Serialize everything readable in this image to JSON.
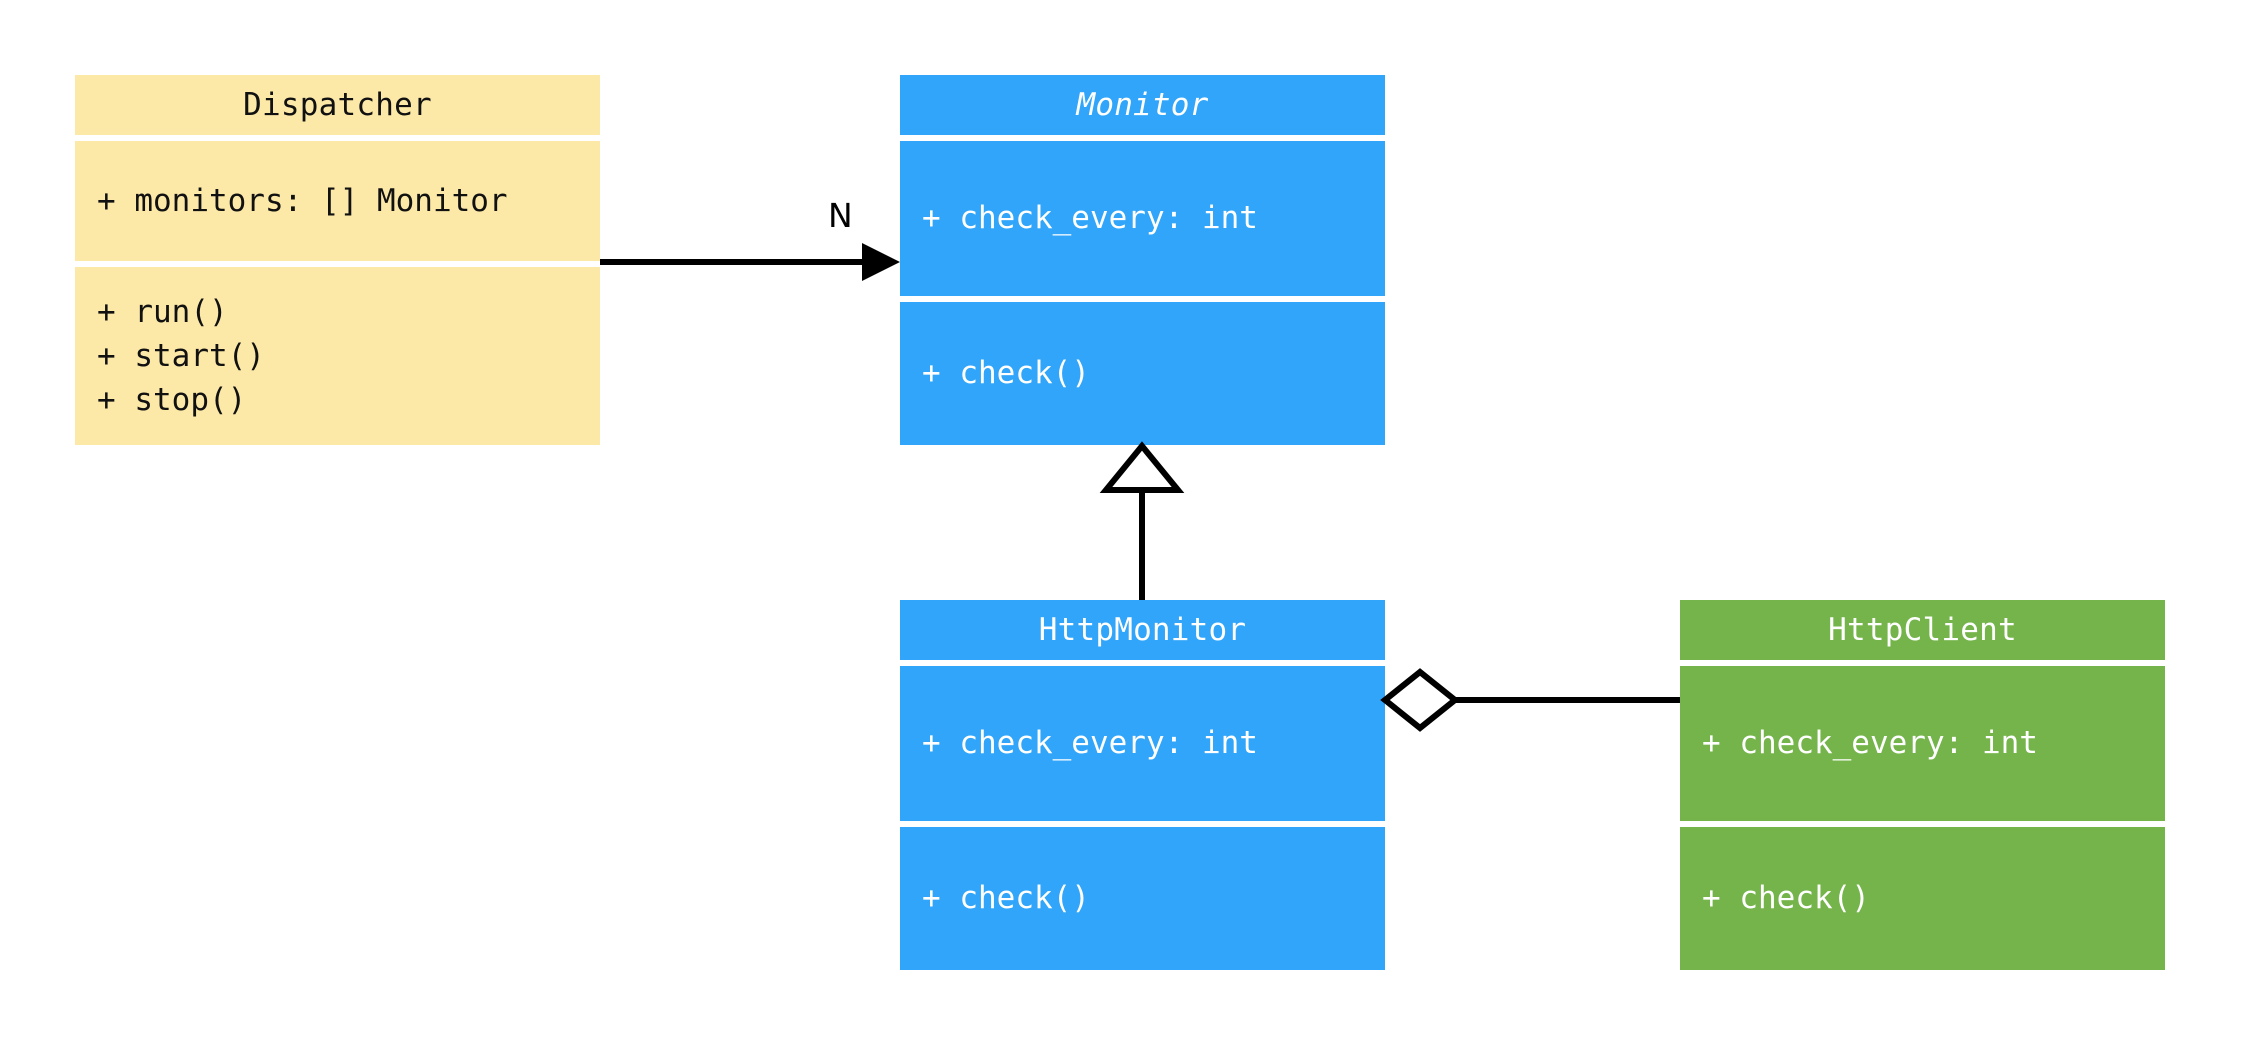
{
  "diagram": {
    "type": "uml-class-diagram",
    "background": "#ffffff",
    "classes": [
      {
        "id": "dispatcher",
        "name": "Dispatcher",
        "abstract": false,
        "color": "#fce9a8",
        "text_color": "#111111",
        "attributes": [
          "+ monitors: [] Monitor"
        ],
        "methods": [
          "+ run()",
          "+ start()",
          "+ stop()"
        ]
      },
      {
        "id": "monitor",
        "name": "Monitor",
        "abstract": true,
        "color": "#30a5f9",
        "text_color": "#ffffff",
        "attributes": [
          "+ check_every: int"
        ],
        "methods": [
          "+ check()"
        ]
      },
      {
        "id": "http_monitor",
        "name": "HttpMonitor",
        "abstract": false,
        "color": "#30a5f9",
        "text_color": "#ffffff",
        "attributes": [
          "+ check_every: int"
        ],
        "methods": [
          "+ check()"
        ]
      },
      {
        "id": "http_client",
        "name": "HttpClient",
        "abstract": false,
        "color": "#74b44a",
        "text_color": "#ffffff",
        "attributes": [
          "+ check_every: int"
        ],
        "methods": [
          "+ check()"
        ]
      }
    ],
    "relations": [
      {
        "id": "dispatcher-monitor",
        "kind": "association",
        "from": "dispatcher",
        "to": "monitor",
        "label": "N",
        "arrow": "solid-filled"
      },
      {
        "id": "httpmonitor-monitor",
        "kind": "inheritance",
        "from": "http_monitor",
        "to": "monitor",
        "label": "",
        "arrow": "hollow-triangle"
      },
      {
        "id": "httpmonitor-httpclient",
        "kind": "aggregation",
        "from": "http_monitor",
        "to": "http_client",
        "label": "",
        "arrow": "hollow-diamond"
      }
    ]
  }
}
